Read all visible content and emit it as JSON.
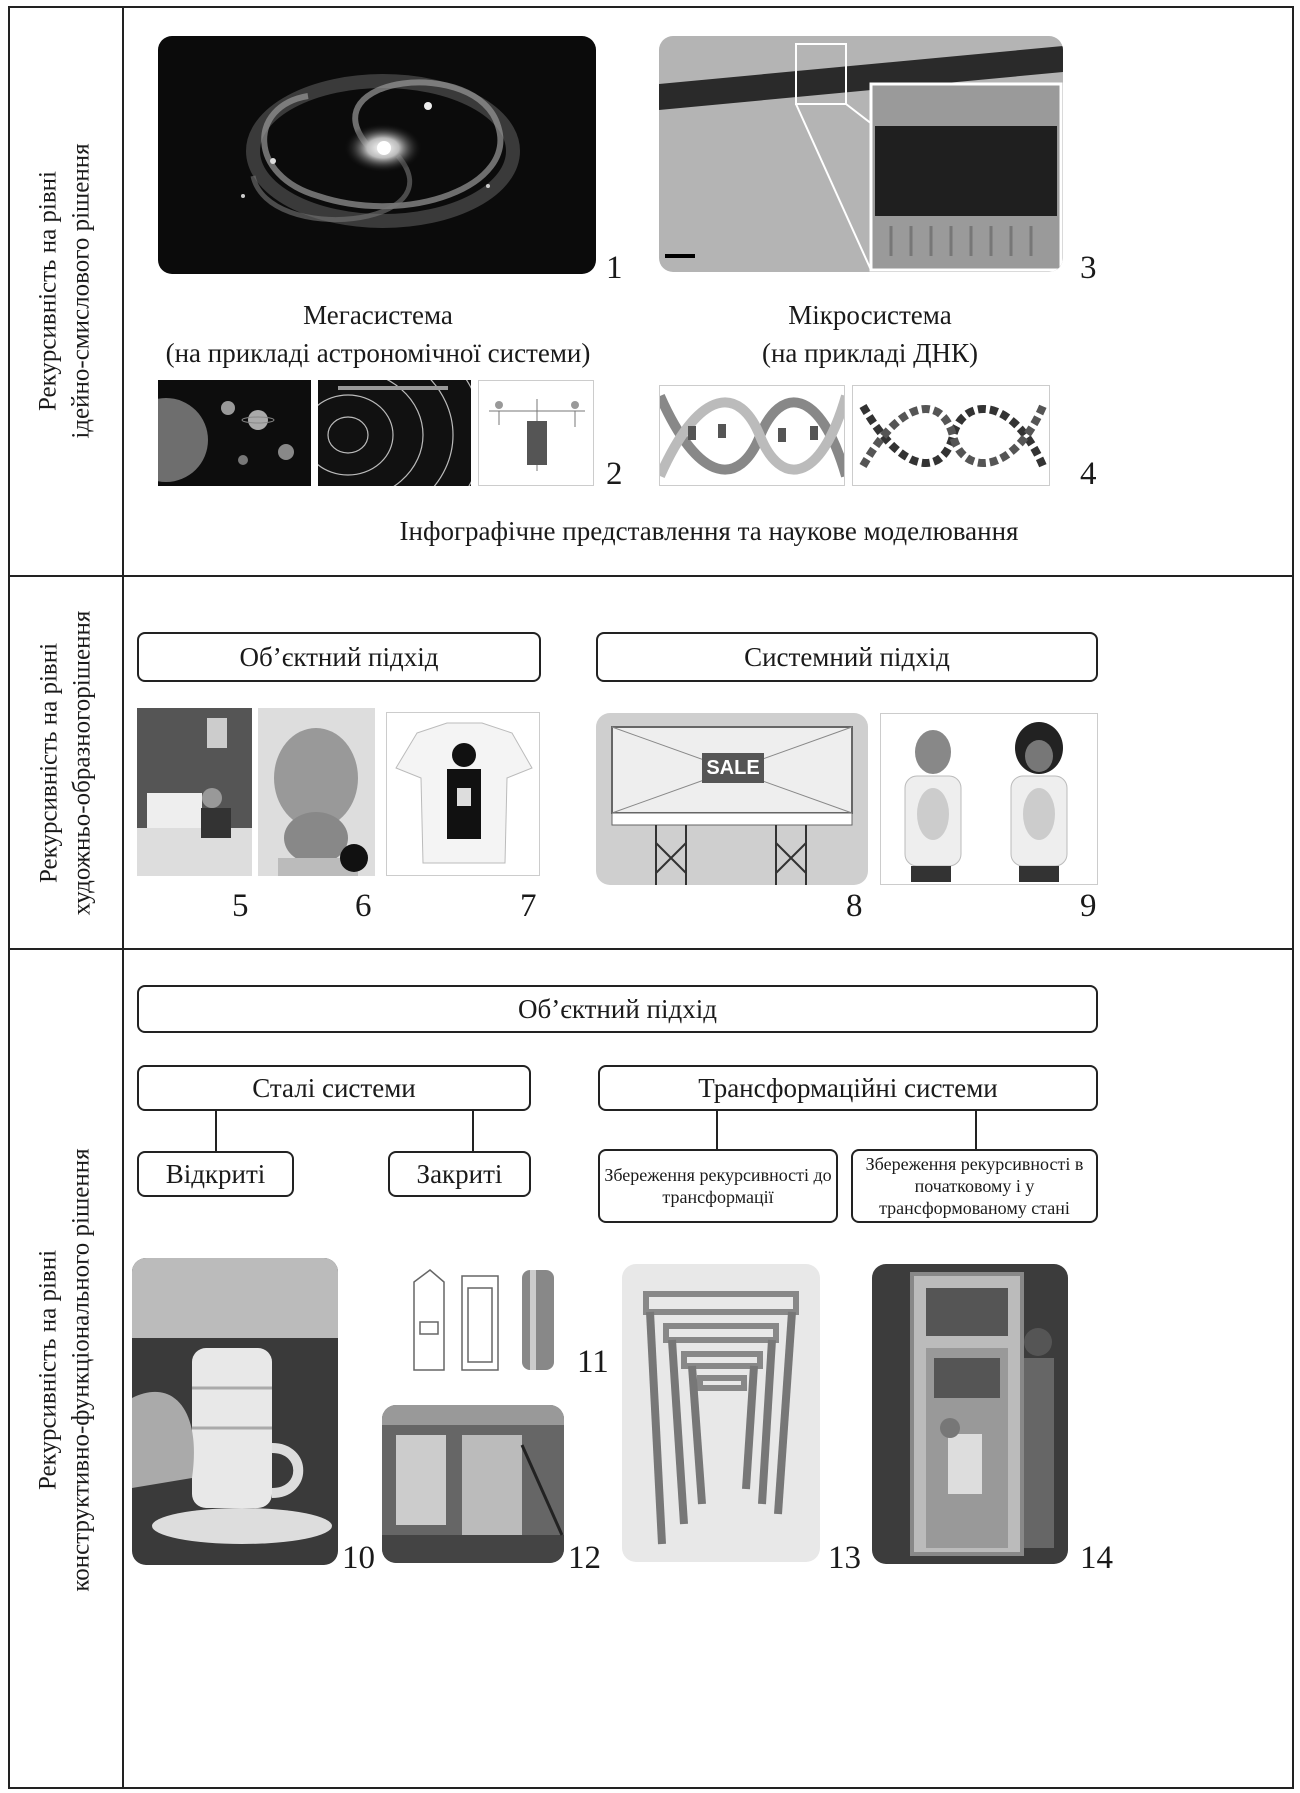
{
  "row1": {
    "label_line1": "Рекурсивність на рівні",
    "label_line2": "ідейно-смислового рішення",
    "caption_left_line1": "Мегасистема",
    "caption_left_line2": "(на прикладі астрономічної системи)",
    "caption_right_line1": "Мікросистема",
    "caption_right_line2": "(на прикладі ДНК)",
    "bottom_caption": "Інфографічне представлення та наукове моделювання",
    "numbers": [
      "1",
      "2",
      "3",
      "4"
    ]
  },
  "row2": {
    "label_line1": "Рекурсивність на рівні",
    "label_line2": "художньо-образногорішення",
    "box_left": "Об’єктний підхід",
    "box_right": "Системний підхід",
    "billboard_text": "SALE",
    "numbers": [
      "5",
      "6",
      "7",
      "8",
      "9"
    ]
  },
  "row3": {
    "label_line1": "Рекурсивність на рівні",
    "label_line2": "конструктивно-функціонального рішення",
    "box_top": "Об’єктний підхід",
    "box_stable": "Сталі системи",
    "box_transform": "Трансформаційні системи",
    "box_open": "Відкриті",
    "box_closed": "Закриті",
    "box_keep1": "Збереження рекурсивності до трансформації",
    "box_keep2": "Збереження рекурсивності в початковому і у трансформованому стані",
    "numbers": [
      "10",
      "11",
      "12",
      "13",
      "14"
    ]
  }
}
